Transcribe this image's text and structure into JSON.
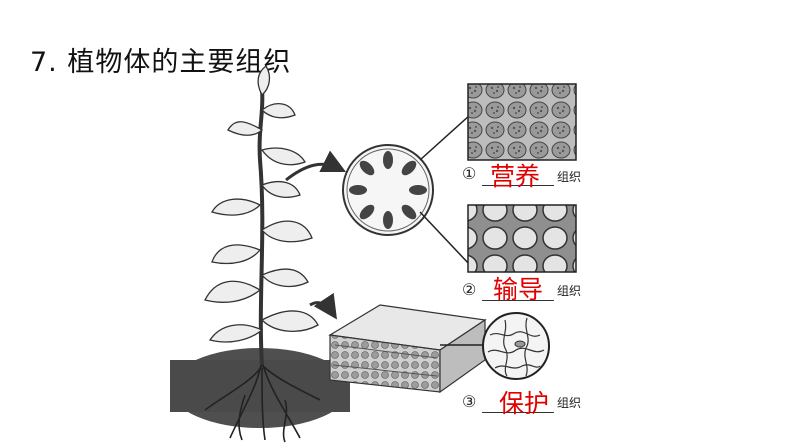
{
  "title": "7. 植物体的主要组织",
  "items": [
    {
      "num": "①",
      "answer": "营养",
      "suffix": "组织"
    },
    {
      "num": "②",
      "answer": "输导",
      "suffix": "组织"
    },
    {
      "num": "③",
      "answer": "保护",
      "suffix": "组织"
    }
  ],
  "colors": {
    "answer": "#e00000",
    "ink": "#222222"
  }
}
